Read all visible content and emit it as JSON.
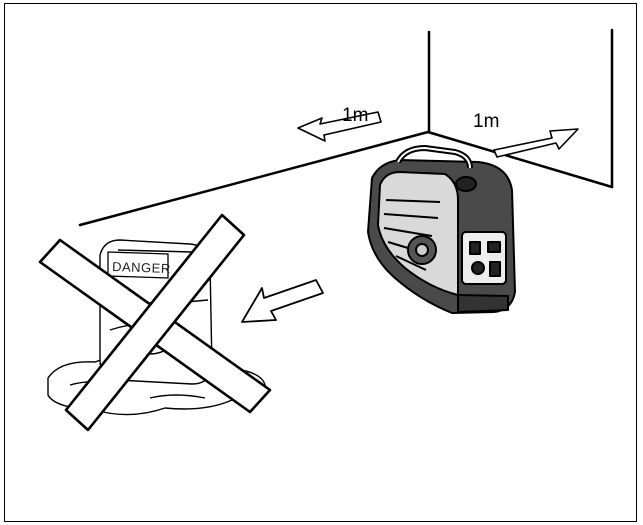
{
  "diagram": {
    "clearance_left_label": "1m",
    "clearance_right_label": "1m",
    "sign_text": "DANGER"
  },
  "icons": {
    "generator": "portable-generator-icon",
    "prohibited": "cross-out-icon",
    "hazard": "water-puddle-icon"
  }
}
